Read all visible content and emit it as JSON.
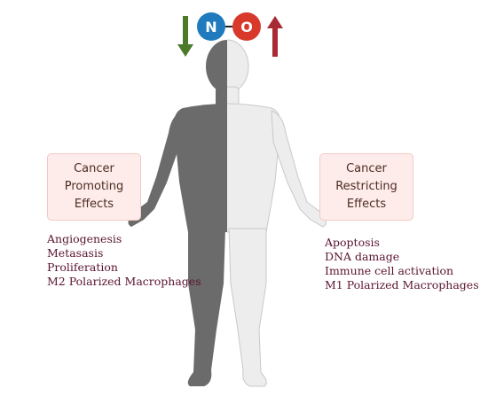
{
  "molecule": {
    "atom_left": "N",
    "atom_right": "O",
    "atom_left_color": "#1f7bbd",
    "atom_right_color": "#d8392b"
  },
  "arrows": {
    "down_color": "#4b7a2a",
    "up_color": "#a82a33"
  },
  "left_panel": {
    "box_text": "Cancer\nPromoting\nEffects",
    "items": [
      "Angiogenesis",
      "Metasasis",
      "Proliferation",
      "M2 Polarized Macrophages"
    ]
  },
  "right_panel": {
    "box_text": "Cancer\nRestricting\nEffects",
    "items": [
      "Apoptosis",
      "DNA damage",
      "Immune cell activation",
      "M1 Polarized Macrophages"
    ]
  },
  "body_colors": {
    "dark_half": "#6b6b6b",
    "light_half": "#ededed"
  }
}
